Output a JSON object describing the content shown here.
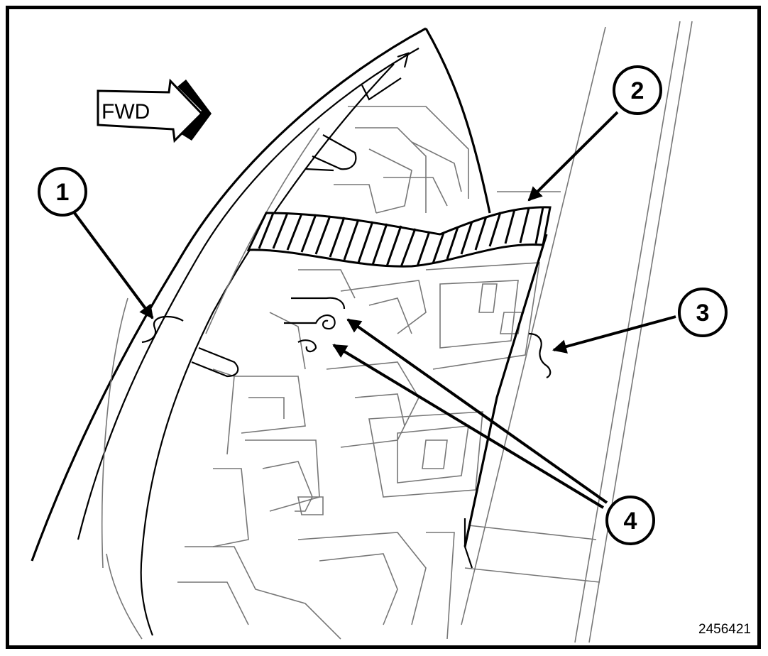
{
  "direction_arrow": {
    "label": "FWD"
  },
  "callouts": [
    {
      "number": "1"
    },
    {
      "number": "2"
    },
    {
      "number": "3"
    },
    {
      "number": "4"
    }
  ],
  "figure_id": "2456421",
  "colors": {
    "line": "#000000",
    "detail": "#777777",
    "background": "#ffffff"
  }
}
